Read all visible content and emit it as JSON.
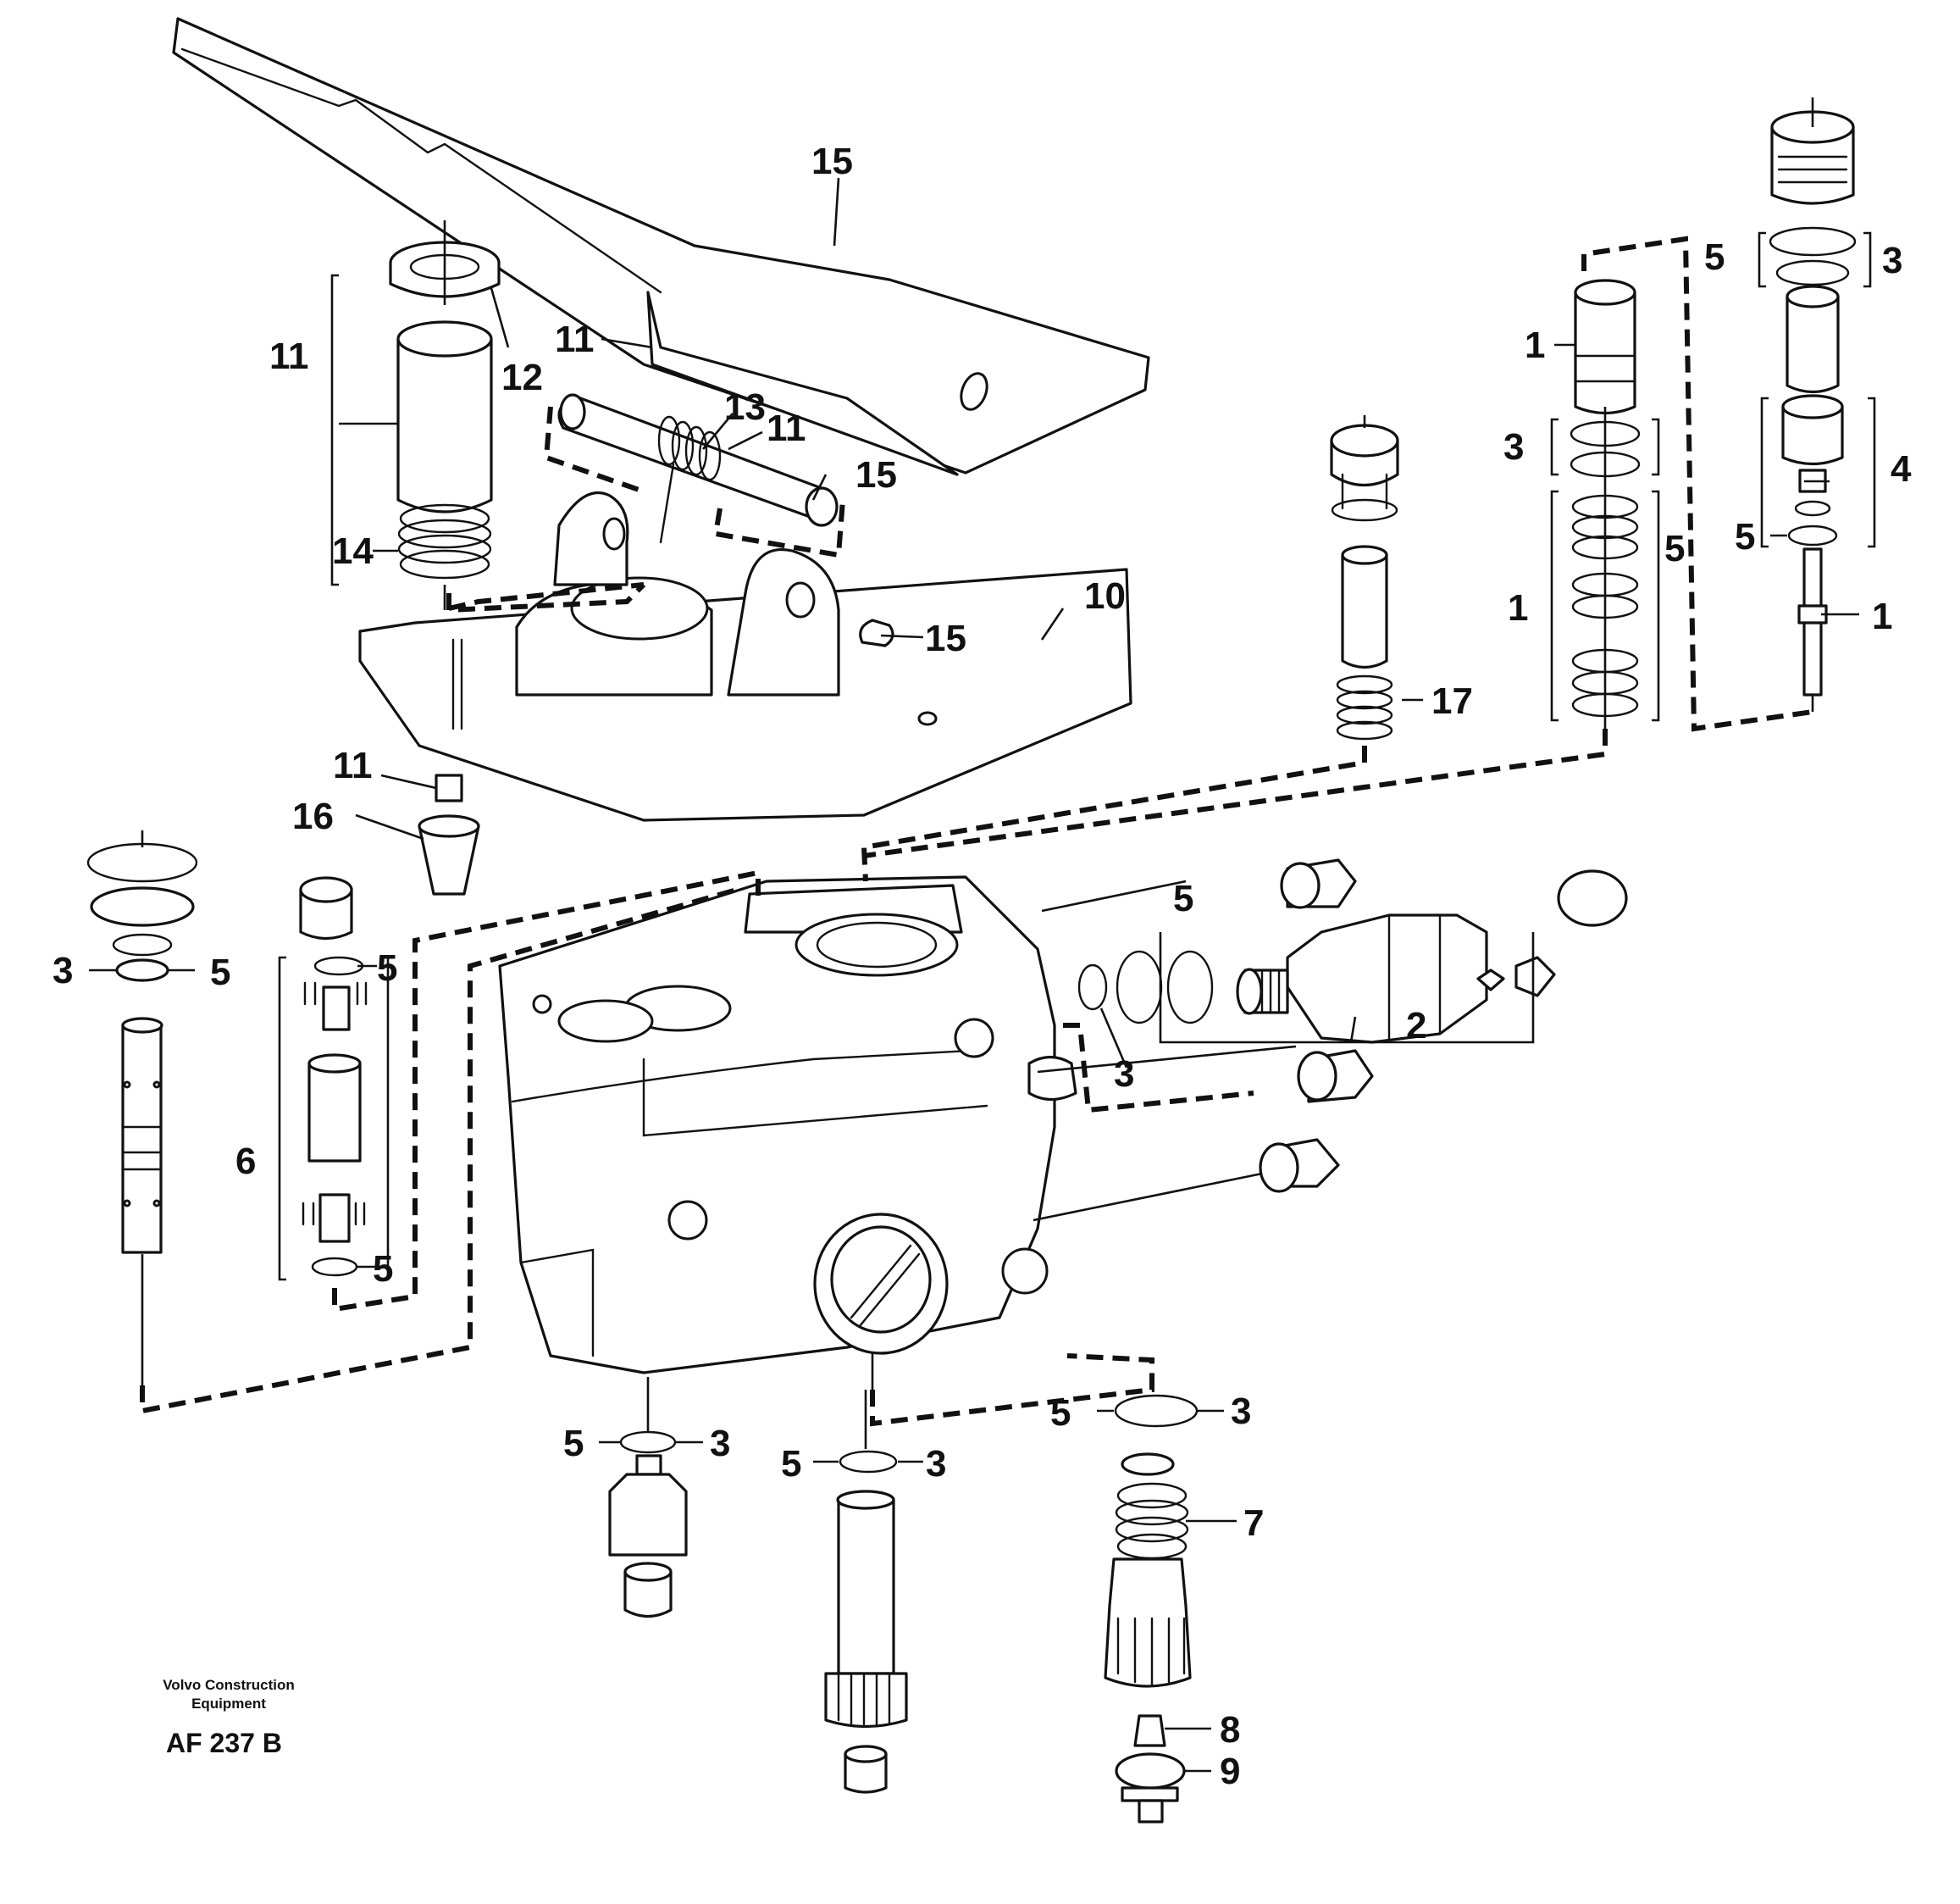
{
  "figure": {
    "credit_line1": "Volvo Construction",
    "credit_line2": "Equipment",
    "figure_id": "AF 237 B"
  },
  "callouts": {
    "pedal_15": "15",
    "pedal_11": "11",
    "cup_11": "11",
    "cup_12": "12",
    "spring_14": "14",
    "pin_13": "13",
    "pin_11": "11",
    "pin_15": "15",
    "clip_15": "15",
    "bracket_10": "10",
    "stud_11": "11",
    "boot_16": "16",
    "spring_17": "17",
    "mid_1a": "1",
    "mid_3": "3",
    "mid_5": "5",
    "mid_1b": "1",
    "right_5a": "5",
    "right_3": "3",
    "right_4": "4",
    "right_5b": "5",
    "right_1": "1",
    "left_3": "3",
    "left_5": "5",
    "left_5b": "5",
    "left_6": "6",
    "left_5c": "5",
    "valve_5": "5",
    "valve_2": "2",
    "valve_3": "3",
    "bot1_5": "5",
    "bot1_3": "3",
    "bot2_5": "5",
    "bot2_3": "3",
    "bot3_5": "5",
    "bot3_3": "3",
    "bot3_7": "7",
    "bot3_8": "8",
    "bot3_9": "9"
  }
}
